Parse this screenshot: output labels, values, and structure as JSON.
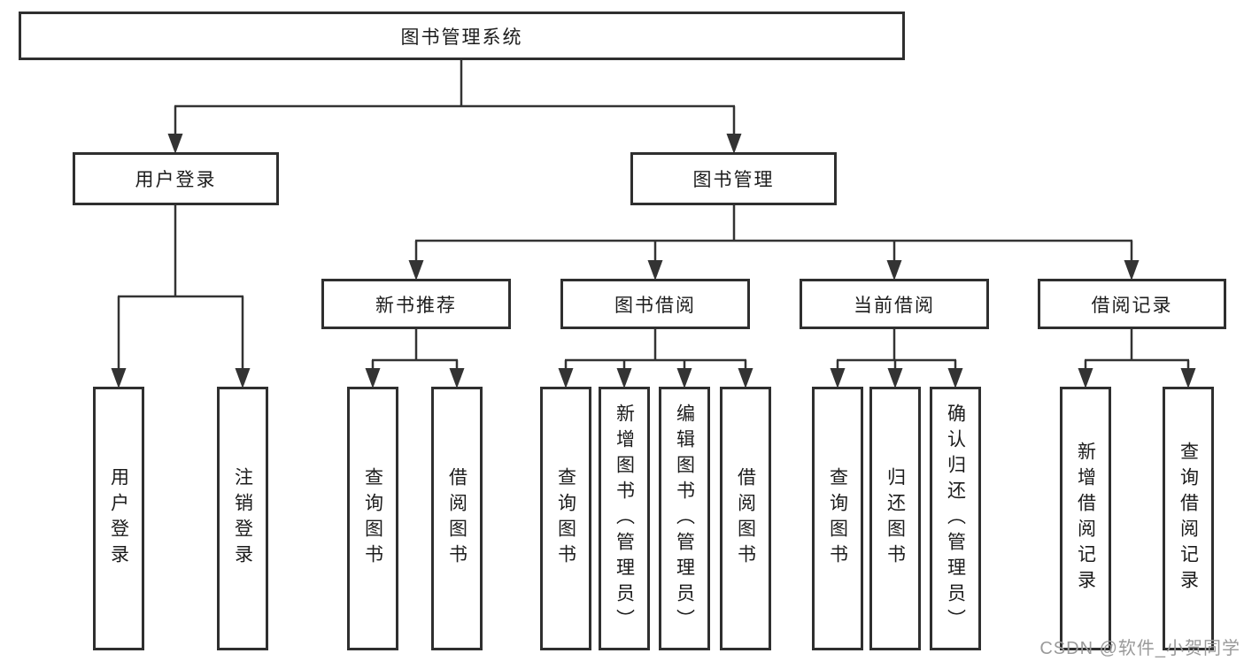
{
  "diagram": {
    "root": {
      "label": "图书管理系统"
    },
    "branches": [
      {
        "label": "用户登录",
        "children": [
          {
            "label": "用户登录"
          },
          {
            "label": "注销登录"
          }
        ]
      },
      {
        "label": "图书管理",
        "children": [
          {
            "label": "新书推荐",
            "children": [
              {
                "label": "查询图书"
              },
              {
                "label": "借阅图书"
              }
            ]
          },
          {
            "label": "图书借阅",
            "children": [
              {
                "label": "查询图书"
              },
              {
                "label": "新增图书（管理员）"
              },
              {
                "label": "编辑图书（管理员）"
              },
              {
                "label": "借阅图书"
              }
            ]
          },
          {
            "label": "当前借阅",
            "children": [
              {
                "label": "查询图书"
              },
              {
                "label": "归还图书"
              },
              {
                "label": "确认归还（管理员）"
              }
            ]
          },
          {
            "label": "借阅记录",
            "children": [
              {
                "label": "新增借阅记录"
              },
              {
                "label": "查询借阅记录"
              }
            ]
          }
        ]
      }
    ]
  },
  "watermark": {
    "text": "CSDN @软件_小贺同学"
  },
  "colors": {
    "line": "#333333",
    "box_border": "#2f2f2f",
    "text": "#1c1c1c",
    "watermark_text": "#9a9a9a",
    "background": "#ffffff"
  }
}
